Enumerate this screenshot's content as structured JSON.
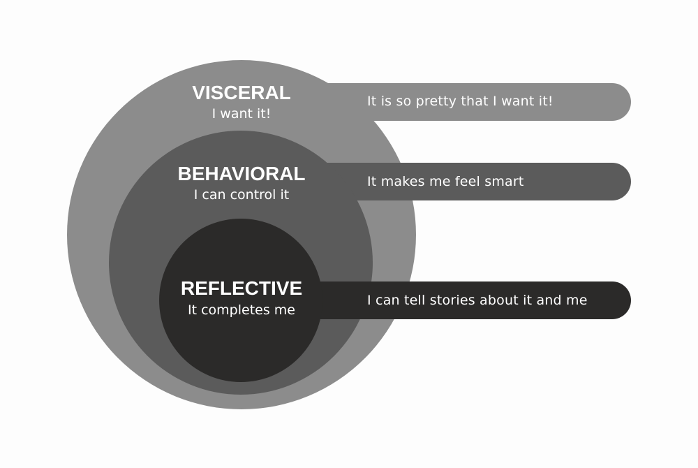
{
  "colors": {
    "background": "#fdfdfd",
    "visceral": "#8c8c8c",
    "behavioral": "#5b5b5b",
    "reflective": "#2b2a29",
    "text": "#ffffff"
  },
  "levels": [
    {
      "title": "VISCERAL",
      "subtitle": "I want it!",
      "description": "It is so pretty that I want it!"
    },
    {
      "title": "BEHAVIORAL",
      "subtitle": "I can control it",
      "description": "It makes me feel smart"
    },
    {
      "title": "REFLECTIVE",
      "subtitle": "It completes me",
      "description": "I can tell stories about it and me"
    }
  ]
}
